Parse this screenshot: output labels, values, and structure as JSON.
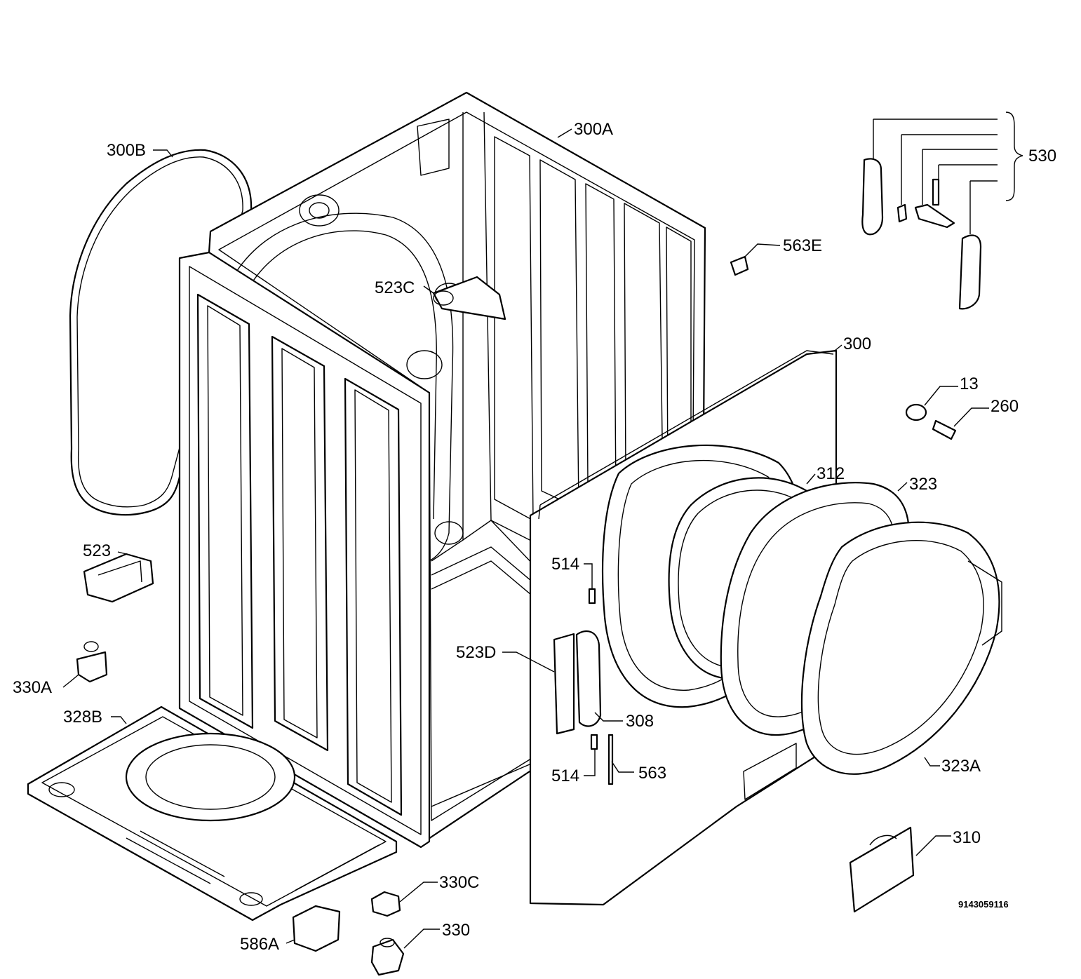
{
  "diagram": {
    "document_code": "9143059116",
    "labels": {
      "p300A": "300A",
      "p300B": "300B",
      "p530": "530",
      "p563E": "563E",
      "p523C": "523C",
      "p300": "300",
      "p13": "13",
      "p260": "260",
      "p312": "312",
      "p323": "323",
      "p523": "523",
      "p514a": "514",
      "p523D": "523D",
      "p330A": "330A",
      "p328B": "328B",
      "p308": "308",
      "p514b": "514",
      "p563": "563",
      "p323A": "323A",
      "p310": "310",
      "p330C": "330C",
      "p330": "330",
      "p586A": "586A"
    }
  }
}
